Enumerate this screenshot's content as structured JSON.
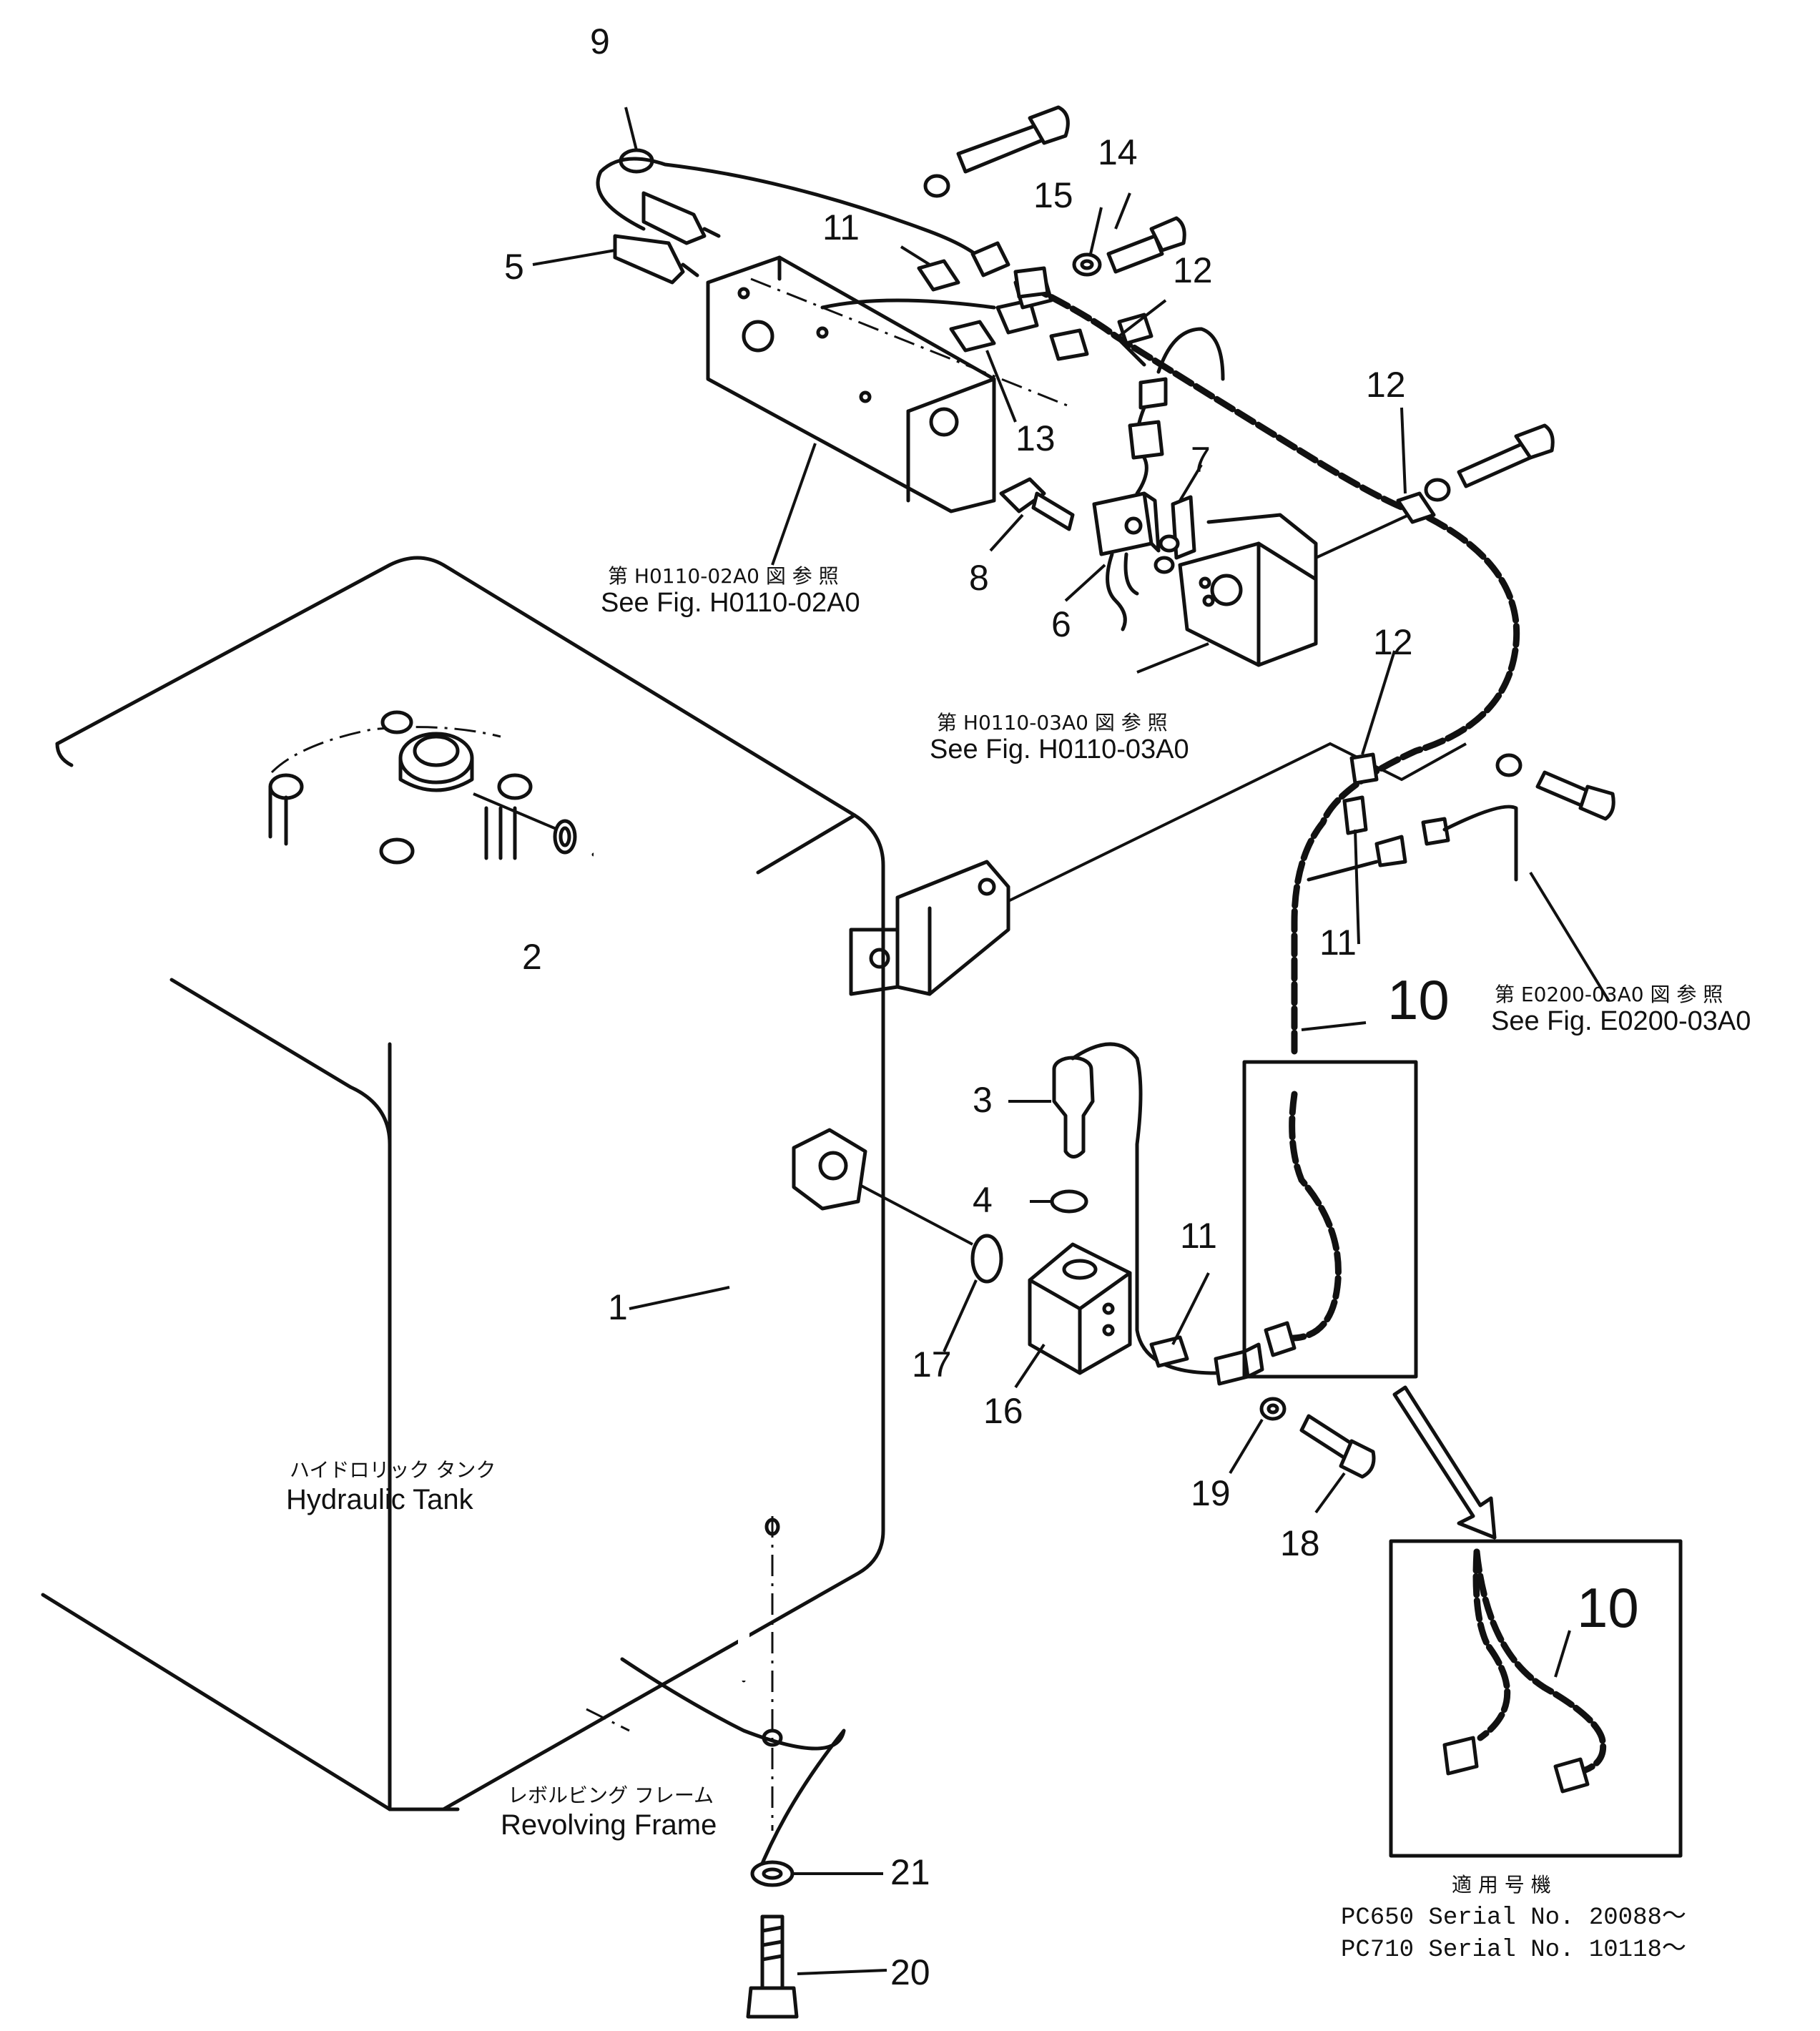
{
  "callouts": {
    "n1": "1",
    "n2": "2",
    "n3": "3",
    "n4": "4",
    "n5": "5",
    "n6": "6",
    "n7": "7",
    "n8": "8",
    "n9": "9",
    "n10a": "10",
    "n10b": "10",
    "n11a": "11",
    "n11b": "11",
    "n11c": "11",
    "n12a": "12",
    "n12b": "12",
    "n12c": "12",
    "n13": "13",
    "n14": "14",
    "n15": "15",
    "n16": "16",
    "n17": "17",
    "n18": "18",
    "n19": "19",
    "n20": "20",
    "n21": "21"
  },
  "references": {
    "fig_h0110_02a0": {
      "jp": "第 H0110-02A0 図 参 照",
      "en": "See Fig. H0110-02A0"
    },
    "fig_h0110_03a0": {
      "jp": "第 H0110-03A0 図 参 照",
      "en": "See Fig. H0110-03A0"
    },
    "fig_e0200_03a0": {
      "jp": "第 E0200-03A0 図 参 照",
      "en": "See Fig. E0200-03A0"
    }
  },
  "labels": {
    "hydraulic_tank": {
      "jp": "ハイドロリック タンク",
      "en": "Hydraulic Tank"
    },
    "revolving_frame": {
      "jp": "レボルビング フレーム",
      "en": "Revolving Frame"
    }
  },
  "applicability": {
    "title": "適 用 号 機",
    "line1": "PC650  Serial  No.  20088～",
    "line2": "PC710  Serial  No.  10118～"
  }
}
